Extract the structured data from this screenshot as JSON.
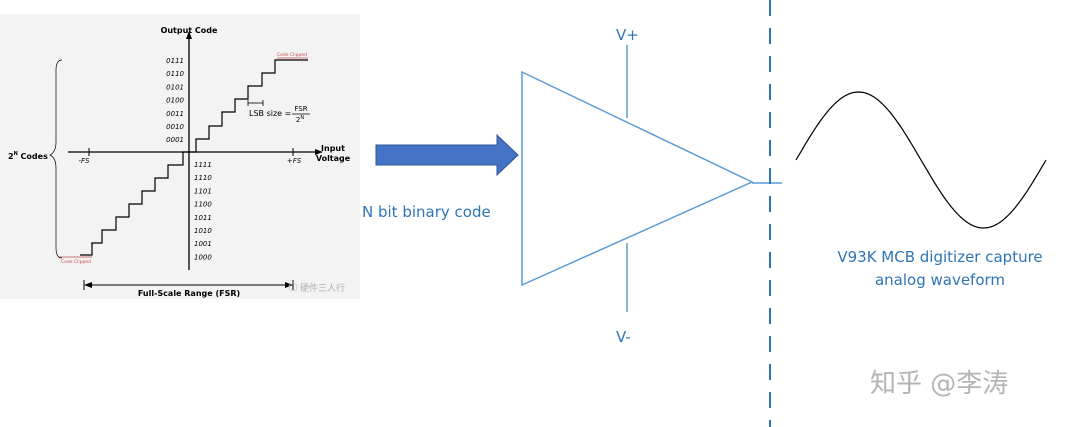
{
  "colors": {
    "blue_text": "#2E75B6",
    "arrow_fill": "#4472C4",
    "line_blue": "#5B9BD5",
    "graph_bg": "#f3f3f3",
    "clip_red": "#c0504d",
    "watermark_gray": "#c8c8c8"
  },
  "adc_graph": {
    "title": "Output Code",
    "x_axis_label_line1": "Input",
    "x_axis_label_line2": "Voltage",
    "neg_fs": "-FS",
    "pos_fs": "+FS",
    "codes_label": "2",
    "codes_label_sup": "N",
    "codes_label_suffix": " Codes",
    "positive_codes": [
      "0111",
      "0110",
      "0101",
      "0100",
      "0011",
      "0010",
      "0001"
    ],
    "negative_codes": [
      "1111",
      "1110",
      "1101",
      "1100",
      "1011",
      "1010",
      "1001",
      "1000"
    ],
    "lsb_label": "LSB size =",
    "lsb_numerator": "FSR",
    "lsb_denominator": "2",
    "lsb_denominator_sup": "N",
    "code_clipped_top": "Code Clipped",
    "code_clipped_bottom": "Code Clipped",
    "fsr_label": "Full-Scale Range (FSR)",
    "inner_watermark": "硬件三人行"
  },
  "arrow_label": "N bit binary code",
  "amplifier": {
    "v_plus": "V+",
    "v_minus": "V-"
  },
  "digitizer_caption": {
    "line1": "V93K MCB digitizer capture",
    "line2": "analog waveform"
  },
  "watermark": "知乎 @李涛"
}
